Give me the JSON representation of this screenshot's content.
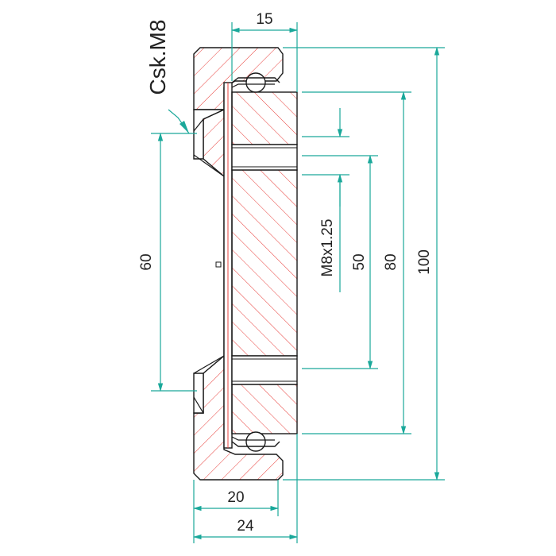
{
  "callout": {
    "csk": "Csk.M8"
  },
  "thread": {
    "label": "M8x1.25"
  },
  "dimensions": {
    "top_width": "15",
    "bottom_inner": "20",
    "bottom_outer": "24",
    "left_height": "60",
    "right_50": "50",
    "right_80": "80",
    "right_100": "100"
  },
  "colors": {
    "outline": "#1a1a1a",
    "hatch": "#e8403c",
    "dimension": "#1aa89a",
    "background": "#ffffff"
  }
}
